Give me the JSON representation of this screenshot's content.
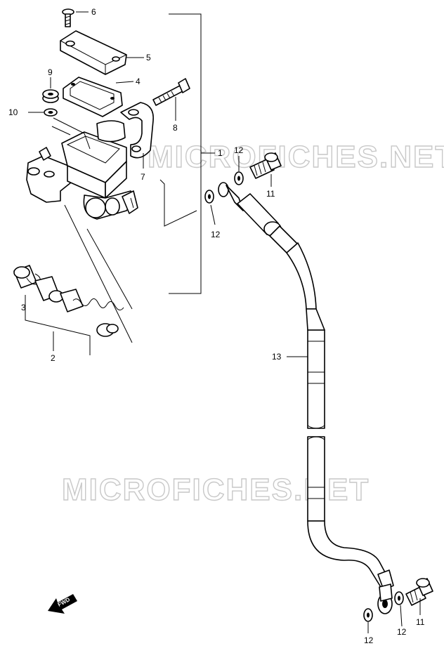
{
  "watermark": "MICROFICHES.NET",
  "fwd_label": "FWD",
  "callouts": {
    "c1": "1",
    "c2": "2",
    "c3": "3",
    "c4": "4",
    "c5": "5",
    "c6": "6",
    "c7": "7",
    "c8": "8",
    "c9": "9",
    "c10": "10",
    "c11a": "11",
    "c11b": "11",
    "c12a": "12",
    "c12b": "12",
    "c12c": "12",
    "c12d": "12",
    "c13": "13"
  }
}
